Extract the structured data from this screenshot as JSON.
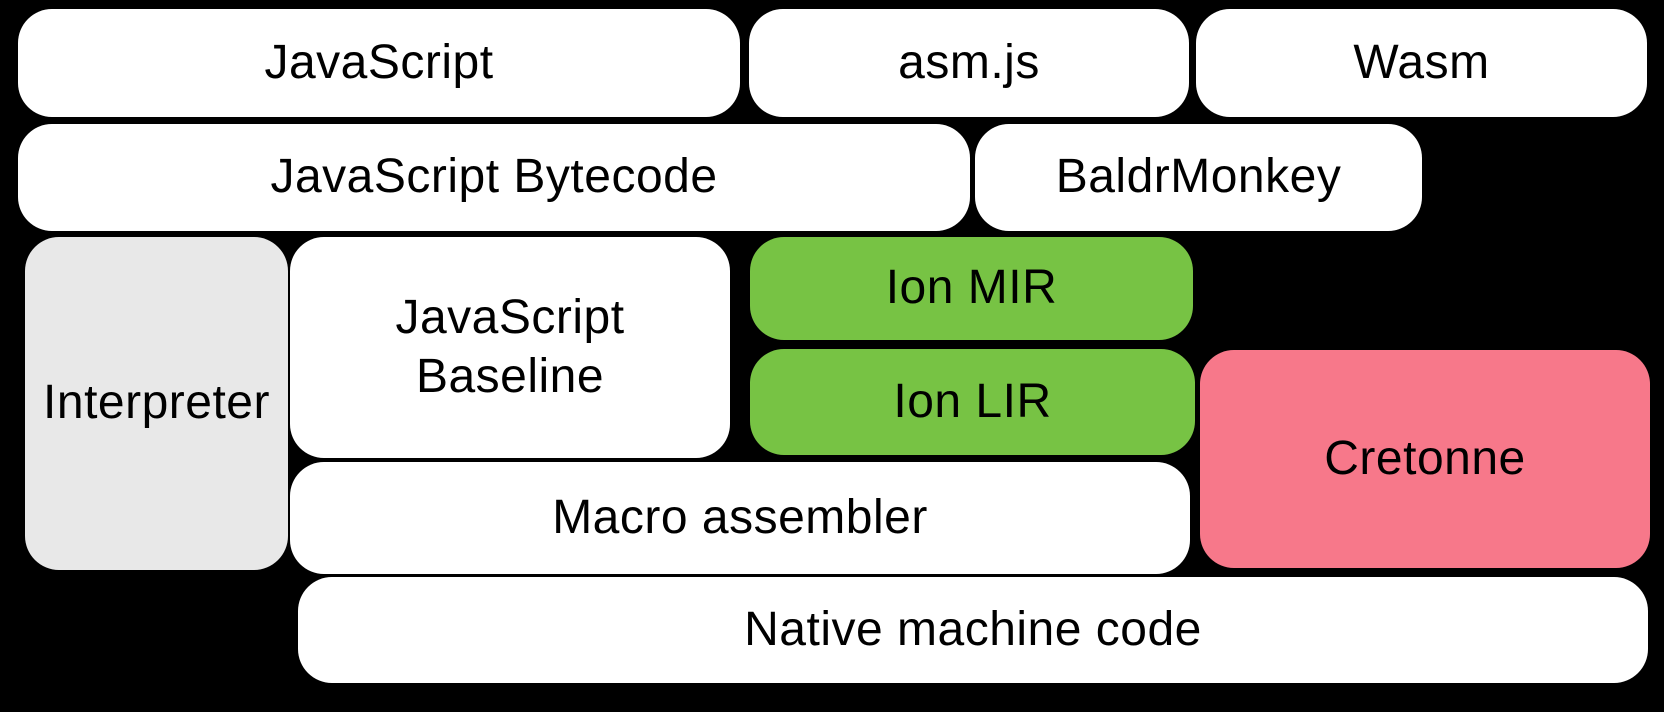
{
  "diagram": {
    "description": "Compiler pipeline block diagram",
    "background": "#000000",
    "colors": {
      "box_white": "#FFFFFF",
      "box_gray": "#E8E8E8",
      "box_green": "#77C344",
      "box_pink": "#F7788A",
      "text": "#000000"
    },
    "boxes": [
      {
        "id": "javascript",
        "label": "JavaScript",
        "fill": "box_white"
      },
      {
        "id": "asmjs",
        "label": "asm.js",
        "fill": "box_white"
      },
      {
        "id": "wasm",
        "label": "Wasm",
        "fill": "box_white"
      },
      {
        "id": "javascript-bytecode",
        "label": "JavaScript Bytecode",
        "fill": "box_white"
      },
      {
        "id": "baldrmonkey",
        "label": "BaldrMonkey",
        "fill": "box_white"
      },
      {
        "id": "interpreter",
        "label": "Interpreter",
        "fill": "box_gray"
      },
      {
        "id": "javascript-baseline",
        "label": "JavaScript\nBaseline",
        "fill": "box_white"
      },
      {
        "id": "ion-mir",
        "label": "Ion MIR",
        "fill": "box_green"
      },
      {
        "id": "ion-lir",
        "label": "Ion LIR",
        "fill": "box_green"
      },
      {
        "id": "cretonne",
        "label": "Cretonne",
        "fill": "box_pink"
      },
      {
        "id": "macro-assembler",
        "label": "Macro assembler",
        "fill": "box_white"
      },
      {
        "id": "native-machine-code",
        "label": "Native machine code",
        "fill": "box_white"
      }
    ]
  }
}
